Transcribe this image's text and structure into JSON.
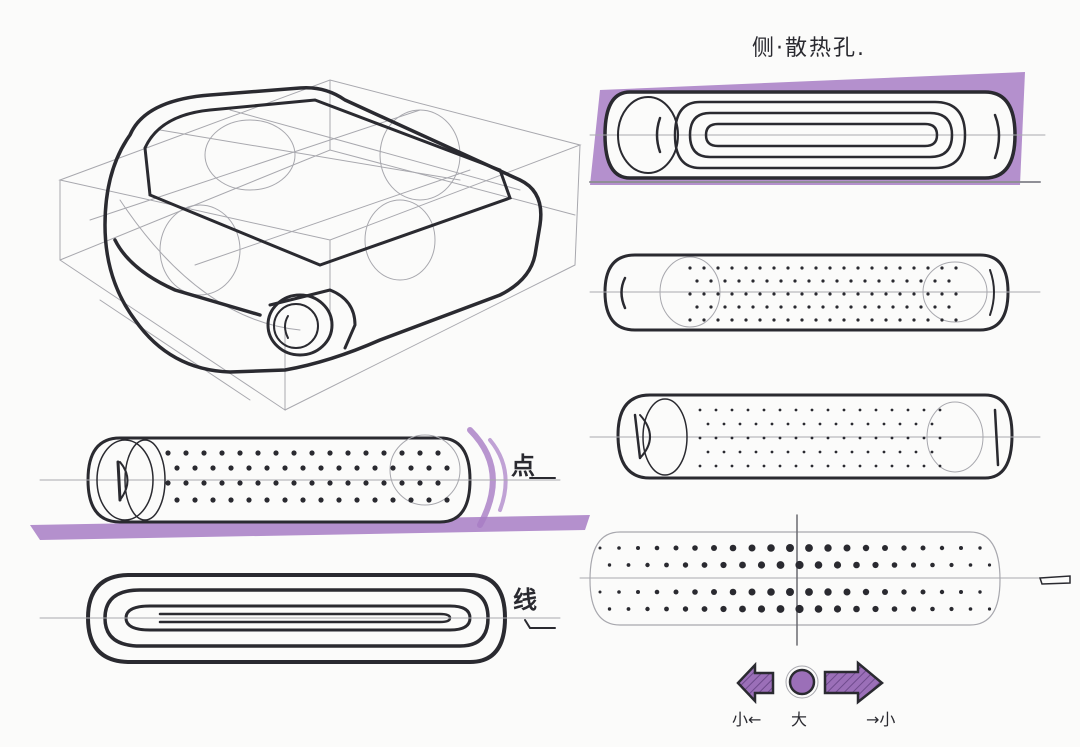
{
  "sketch": {
    "title": "侧·散热孔.",
    "annotations": {
      "dot_pattern": "点",
      "line_pattern": "线"
    },
    "size_scale": {
      "left": "小←",
      "middle": "大",
      "right": "→小"
    },
    "colors": {
      "ink": "#2a2a30",
      "pencil": "#9a9aa0",
      "marker_purple": "#9b6fb8",
      "paper": "#fbfbfa"
    },
    "views": [
      {
        "name": "isometric-device-view",
        "description": "perspective construction of rounded square device with side port"
      },
      {
        "name": "side-view-slots",
        "description": "side view with purple shadow, concentric slot vents"
      },
      {
        "name": "side-view-dots-large",
        "description": "side view with dot pattern vents"
      },
      {
        "name": "side-view-dots-small",
        "description": "side view with smaller dot pattern vents"
      },
      {
        "name": "side-view-dots-purple",
        "description": "dot pattern side view with purple shadow, labeled 点"
      },
      {
        "name": "side-view-lines",
        "description": "concentric line slot pattern, labeled 线"
      },
      {
        "name": "gradient-dot-layout",
        "description": "dot gradient layout, larger at center"
      },
      {
        "name": "size-legend",
        "description": "arrows showing dot size gradient small-large-small"
      }
    ]
  }
}
